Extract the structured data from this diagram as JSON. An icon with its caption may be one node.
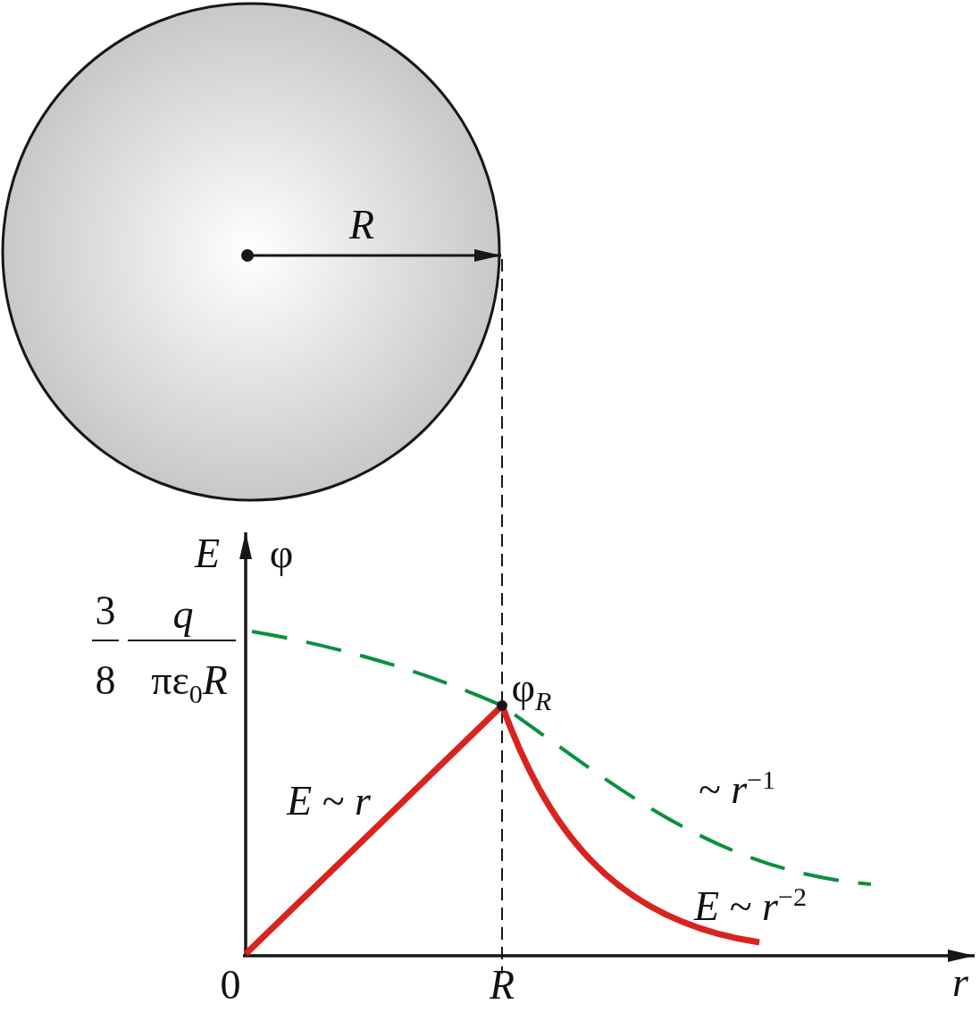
{
  "diagram": {
    "labels": [
      "R",
      "E",
      "φ",
      "3",
      "q",
      "8",
      "πε$_{0}$*R*",
      "φ$_{R}$",
      "~ *r*$^{−1}$",
      "*E* ~ *r*",
      "*E* ~ *r*$^{−2}$",
      "0",
      "R",
      "r"
    ]
  }
}
